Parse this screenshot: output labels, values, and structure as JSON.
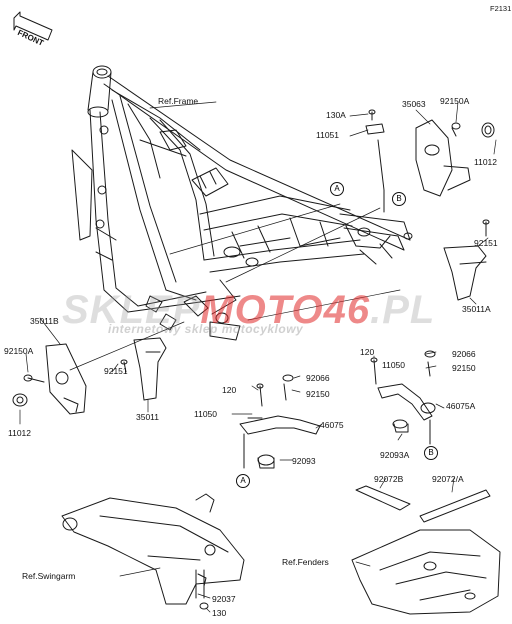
{
  "figure_id": "F2131",
  "front_label": "FRONT",
  "watermark": {
    "part1": "SKLEP",
    "part2": "MOTO46",
    "domain": ".PL",
    "tagline": "internetowy sklep motocyklowy"
  },
  "callouts": {
    "a": "A",
    "b": "B"
  },
  "part_labels": {
    "ref_frame": "Ref.Frame",
    "p130a": "130A",
    "p11051": "11051",
    "p35063": "35063",
    "p92150a_top": "92150A",
    "p11012_top": "11012",
    "p92151_right": "92151",
    "p35011a": "35011A",
    "p35011b": "35011B",
    "p92150a_left": "92150A",
    "p11012_left": "11012",
    "p92151_left": "92151",
    "p35011": "35011",
    "p120_mid": "120",
    "p92066_mid": "92066",
    "p11050_mid": "11050",
    "p92150_mid": "92150",
    "p46075": "46075",
    "p92093": "92093",
    "p120_right": "120",
    "p11050_right": "11050",
    "p92066_right": "92066",
    "p92150_right": "92150",
    "p46075a": "46075A",
    "p92093a": "92093A",
    "p92072b": "92072B",
    "p92072a": "92072/A",
    "ref_swingarm": "Ref.Swingarm",
    "ref_fenders": "Ref.Fenders",
    "p92037": "92037",
    "p130_bottom": "130"
  }
}
